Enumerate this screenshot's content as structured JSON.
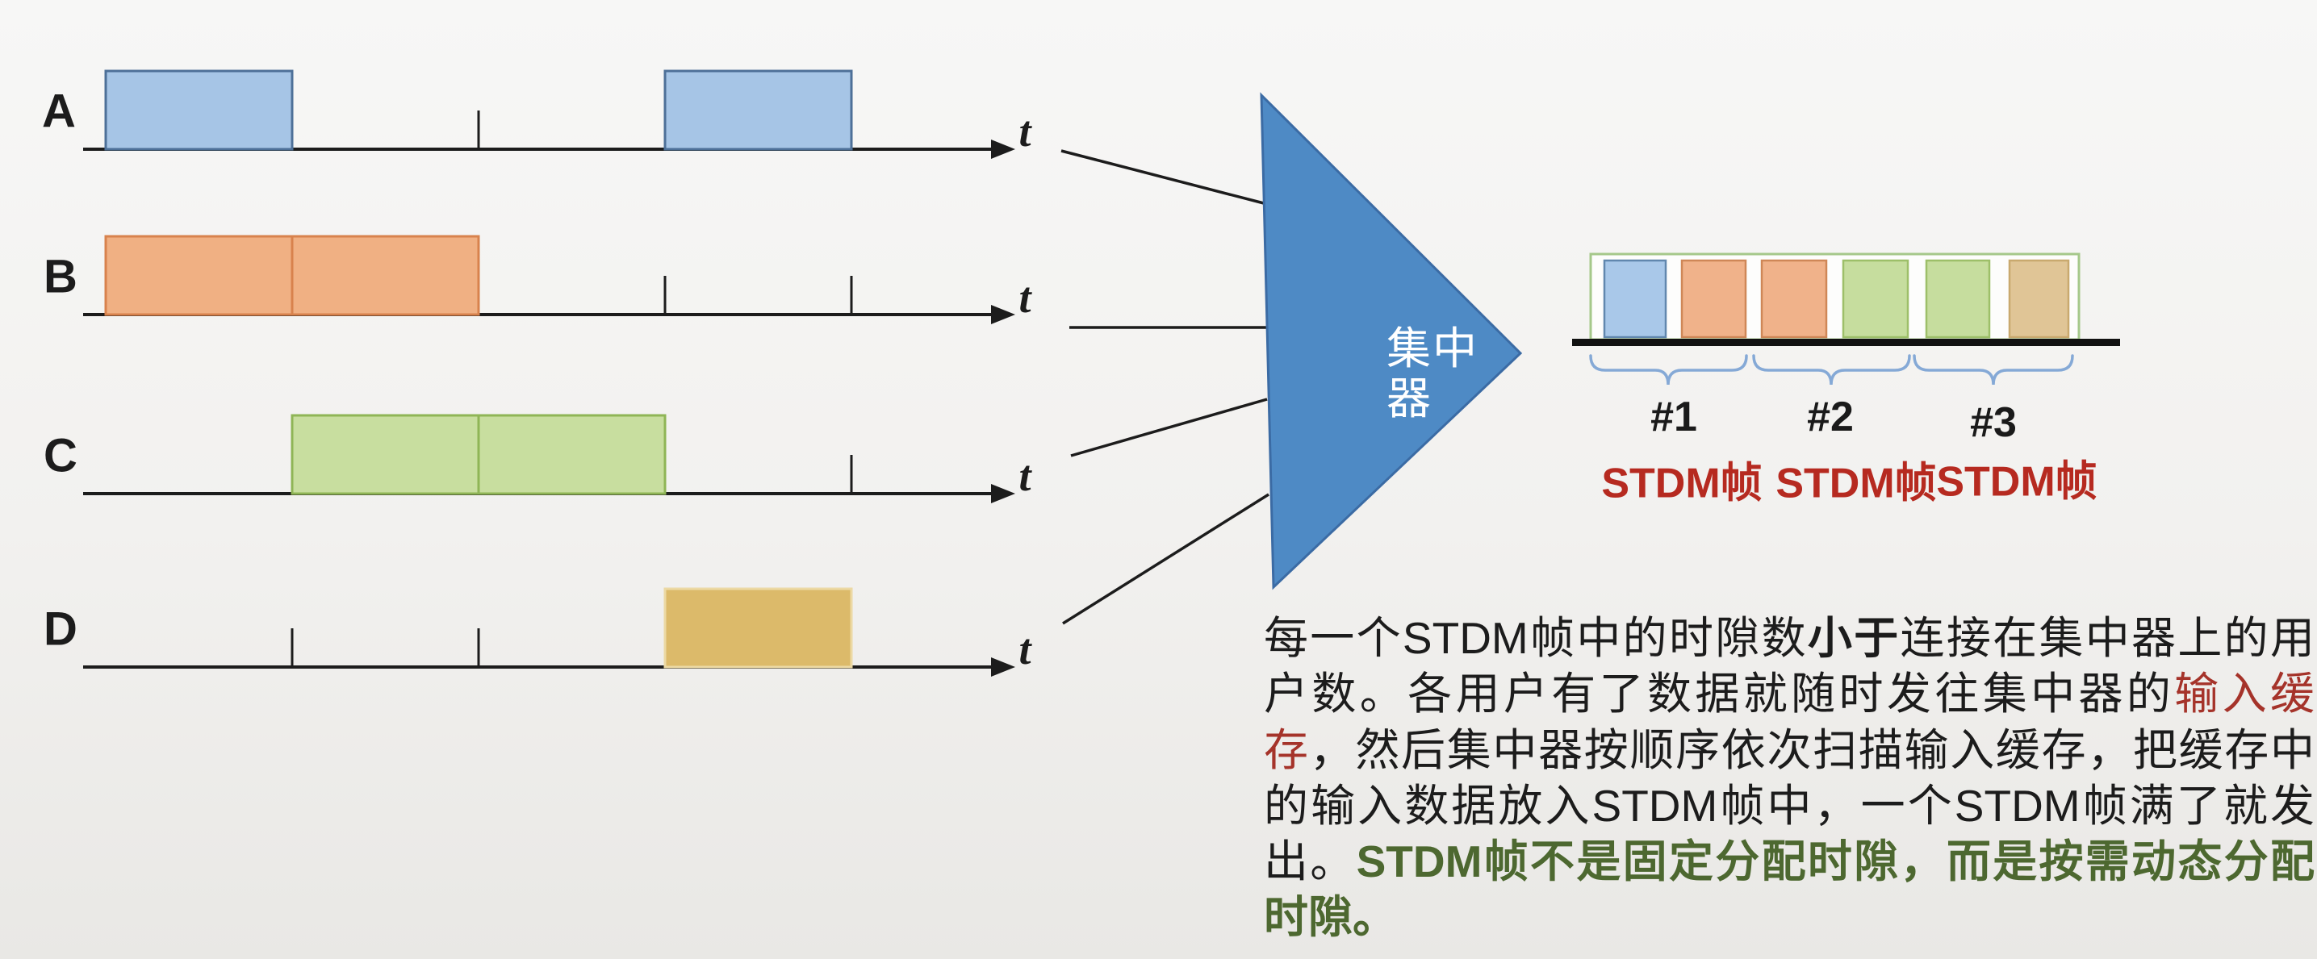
{
  "colors": {
    "background": "#f4f4f2",
    "axis_line": "#1c1c1c",
    "timeline_blue_fill": "#a6c5e6",
    "timeline_blue_border": "#4d7098",
    "timeline_orange_fill": "#f0b083",
    "timeline_orange_border": "#d8824d",
    "timeline_green_fill": "#c8de9f",
    "timeline_green_border": "#8fb556",
    "timeline_gold_fill": "#dcba6a",
    "timeline_gold_border": "#ecd9a4",
    "concentrator_fill": "#4e8ac5",
    "concentrator_border": "#3b6ba4",
    "concentrator_text": "#ffffff",
    "frame_box_border": "#a5c88a",
    "frame_box_fill": "#fdfdfc",
    "slot_blue_fill": "#a9c8e9",
    "slot_blue_border": "#6187ae",
    "slot_orange_fill": "#f0b28a",
    "slot_orange_border": "#cf8757",
    "slot_green_fill": "#c6dd9e",
    "slot_green_border": "#9dbf69",
    "slot_tan_fill": "#e0c596",
    "slot_tan_border": "#c9a96e",
    "brace": "#85a9d6",
    "frame_number_text": "#1a1a1a",
    "stdm_frame_label": "#b62a20",
    "body_text": "#1c1c1c",
    "highlight_red": "#a5332a",
    "highlight_green": "#4d6830"
  },
  "timelines": {
    "rows": [
      {
        "label": "A",
        "axis_unit": "t",
        "color": "blue",
        "filled_slots": [
          1,
          4
        ]
      },
      {
        "label": "B",
        "axis_unit": "t",
        "color": "orange",
        "filled_slots": [
          1,
          2
        ]
      },
      {
        "label": "C",
        "axis_unit": "t",
        "color": "green",
        "filled_slots": [
          2,
          3
        ]
      },
      {
        "label": "D",
        "axis_unit": "t",
        "color": "gold",
        "filled_slots": [
          4
        ]
      }
    ]
  },
  "concentrator": {
    "label_line1": "集中",
    "label_line2": "器"
  },
  "frame_diagram": {
    "slot_colors": [
      "blue",
      "orange",
      "orange",
      "green",
      "green",
      "tan"
    ],
    "groups": [
      {
        "number_label": "#1",
        "frame_label": "STDM帧"
      },
      {
        "number_label": "#2",
        "frame_label": "STDM帧"
      },
      {
        "number_label": "#3",
        "frame_label": "STDM帧"
      }
    ]
  },
  "paragraph": {
    "segments": [
      {
        "text": "每一个STDM帧中的时隙数",
        "style": "black"
      },
      {
        "text": "小于",
        "style": "black-bold"
      },
      {
        "text": "连接在集中器上的用户数。各用户有了数据就随时发往集中器的",
        "style": "black"
      },
      {
        "text": "输入缓存",
        "style": "red"
      },
      {
        "text": "，然后集中器按顺序依次扫描输入缓存，把缓存中的输入数据放入STDM帧中，一个STDM帧满了就发出。",
        "style": "black"
      },
      {
        "text": "STDM帧不是固定分配时隙，而是按需动态分配时隙。",
        "style": "green-bold"
      }
    ]
  }
}
